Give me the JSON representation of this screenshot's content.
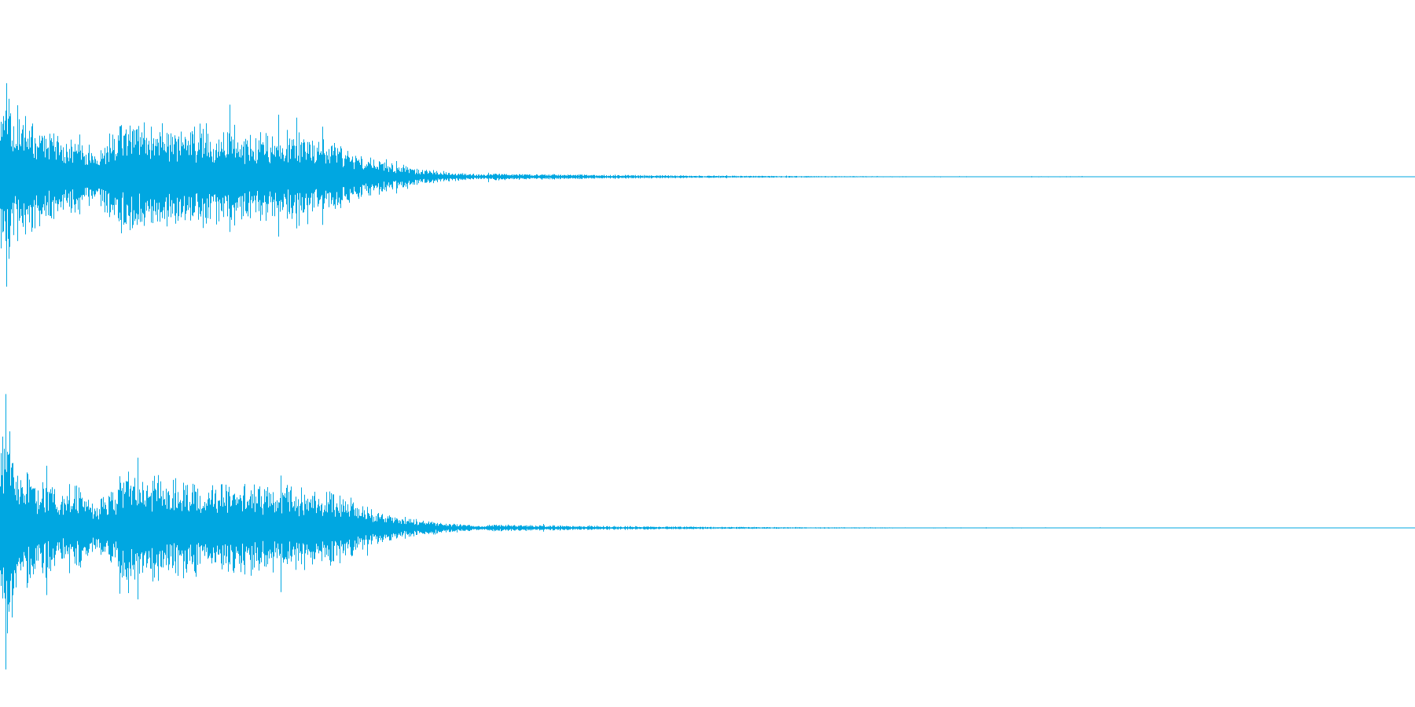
{
  "waveform": {
    "color": "#00a7e1",
    "background": "#ffffff",
    "envelope": {
      "attack_peak": 0.92,
      "secondary_burst_peak": 0.48,
      "tail_floor": 0.012
    },
    "channels": [
      {
        "name": "channel-left",
        "seed": 11
      },
      {
        "name": "channel-right",
        "seed": 29
      }
    ]
  }
}
